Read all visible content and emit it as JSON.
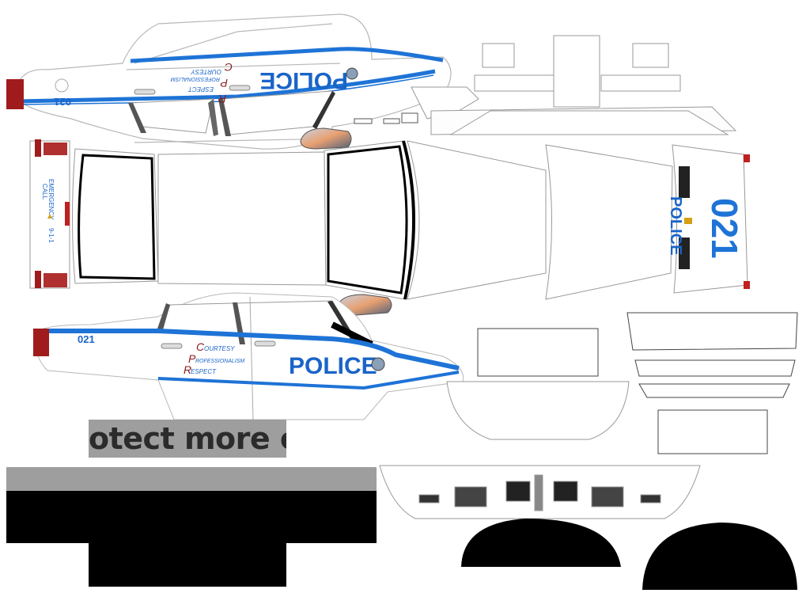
{
  "template": {
    "police_label": "POLICE",
    "unit_number": "021",
    "cpr": {
      "c": "C",
      "courtesy": "OURTESY",
      "p": "P",
      "professionalism": "ROFESSIONALISM",
      "r": "R",
      "respect": "ESPECT"
    },
    "rear_lines": [
      "EMERGENCY",
      "CALL",
      "9-1-1"
    ]
  },
  "overlay": {
    "banner_text": "otect more c"
  },
  "colors": {
    "stripe_blue": "#1e73d6",
    "label_blue": "#1a64c8",
    "cpr_red": "#8b1a1a",
    "taillight_red": "#a01c1c",
    "window_dark": "#000000",
    "overlay_gray": "#9e9e9e"
  }
}
